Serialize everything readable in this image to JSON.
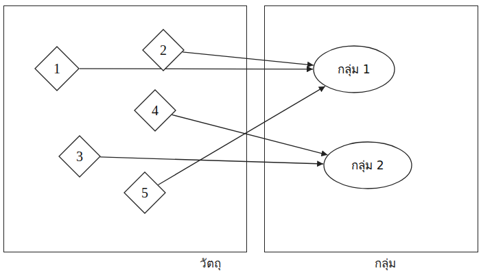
{
  "diagram": {
    "nodes": [
      {
        "text": [
          "วัตถุ"
        ]
      },
      {
        "text": [
          "2"
        ],
        "in": 0
      },
      {
        "text": [
          "1"
        ],
        "in": 0
      },
      {
        "text": [
          "4"
        ],
        "in": 0
      },
      {
        "text": [
          "3"
        ],
        "in": 0
      },
      {
        "text": [
          "5"
        ],
        "in": 0
      },
      {
        "text": [
          "กลุ่ม"
        ]
      },
      {
        "text": [
          "กลุ่ม 1"
        ],
        "in": 6
      },
      {
        "text": [
          "กลุ่ม 2"
        ],
        "in": 6
      }
    ],
    "edges": [
      {
        "from": 1,
        "to": 7,
        "arrow": "to"
      },
      {
        "from": 2,
        "to": 7,
        "arrow": "to"
      },
      {
        "from": 3,
        "to": 8,
        "arrow": "to"
      },
      {
        "from": 4,
        "to": 8,
        "arrow": "to"
      },
      {
        "from": 5,
        "to": 7,
        "arrow": "to"
      }
    ]
  }
}
